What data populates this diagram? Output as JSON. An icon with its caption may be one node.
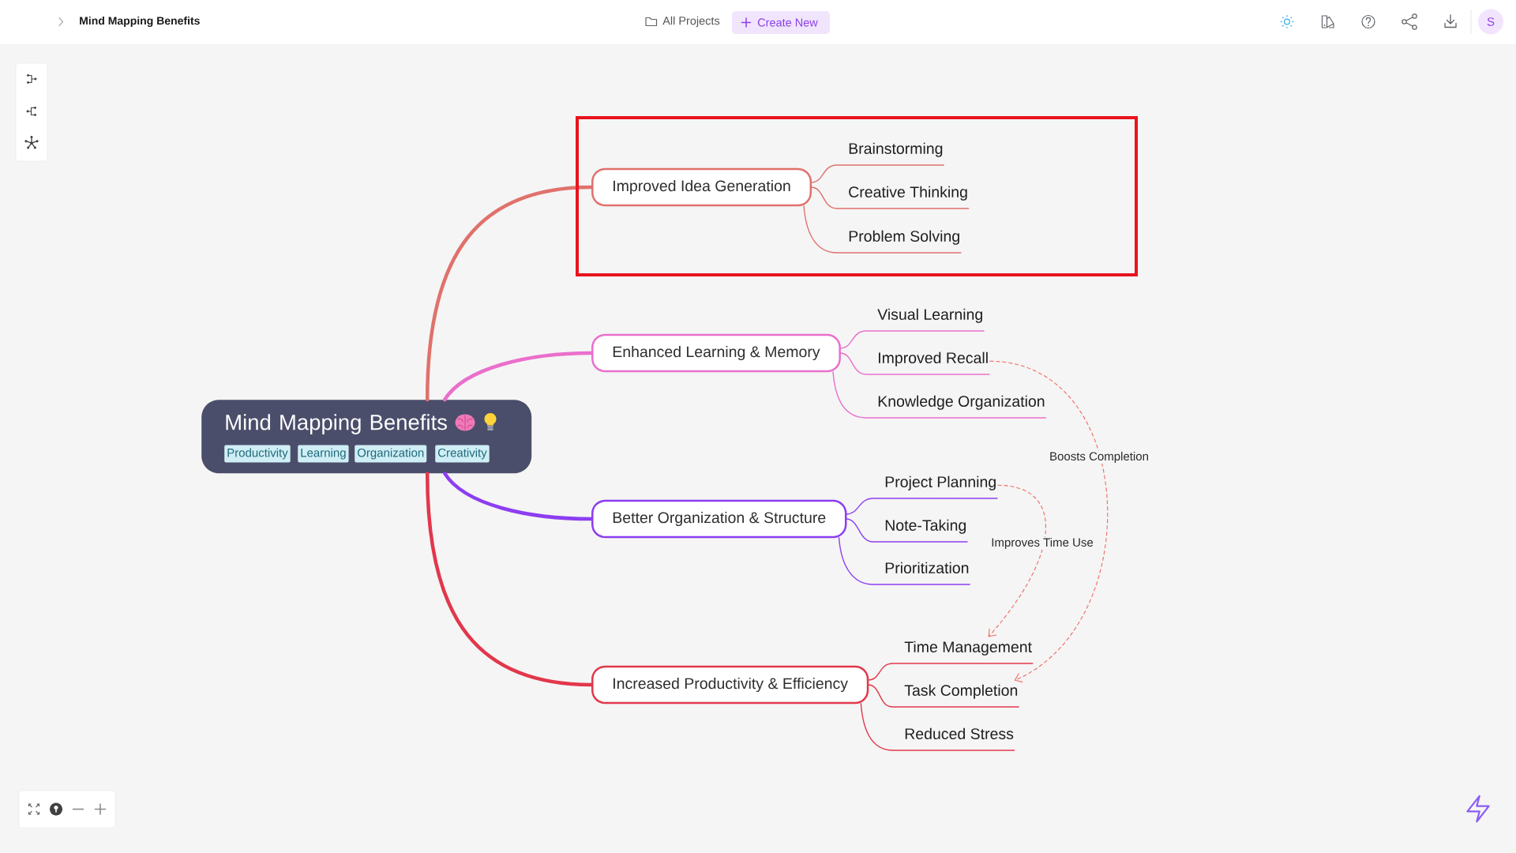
{
  "diagram": {
    "nodes": [
      {
        "text": [
          "Mind Mapping Benefits"
        ]
      },
      {
        "text": [
          "Productivity"
        ],
        "in": 0
      },
      {
        "text": [
          "Learning"
        ],
        "in": 0
      },
      {
        "text": [
          "Organization"
        ],
        "in": 0
      },
      {
        "text": [
          "Creativity"
        ],
        "in": 0
      },
      {
        "text": [
          "Improved Idea Generation"
        ]
      },
      {
        "text": [
          "Brainstorming"
        ]
      },
      {
        "text": [
          "Creative Thinking"
        ]
      },
      {
        "text": [
          "Problem Solving"
        ]
      },
      {
        "text": [
          "Enhanced Learning & Memory"
        ]
      },
      {
        "text": [
          "Visual Learning"
        ]
      },
      {
        "text": [
          "Improved Recall"
        ]
      },
      {
        "text": [
          "Knowledge Organization"
        ]
      },
      {
        "text": [
          "Better Organization & Structure"
        ]
      },
      {
        "text": [
          "Project Planning"
        ]
      },
      {
        "text": [
          "Note-Taking"
        ]
      },
      {
        "text": [
          "Prioritization"
        ]
      },
      {
        "text": [
          "Increased Productivity & Efficiency"
        ]
      },
      {
        "text": [
          "Time Management"
        ]
      },
      {
        "text": [
          "Task Completion"
        ]
      },
      {
        "text": [
          "Reduced Stress"
        ]
      }
    ],
    "edges": [
      {
        "from": 0,
        "to": 5,
        "arrow": "none",
        "style": "thick",
        "color": "#e0716c"
      },
      {
        "from": 0,
        "to": 9,
        "arrow": "none",
        "style": "thick",
        "color": "#ea6fcc"
      },
      {
        "from": 0,
        "to": 13,
        "arrow": "none",
        "style": "thick",
        "color": "#8c3ef0"
      },
      {
        "from": 0,
        "to": 17,
        "arrow": "none",
        "style": "thick",
        "color": "#e2374b"
      },
      {
        "from": 5,
        "to": 6,
        "arrow": "none",
        "color": "#e0716c"
      },
      {
        "from": 5,
        "to": 7,
        "arrow": "none",
        "color": "#e0716c"
      },
      {
        "from": 5,
        "to": 8,
        "arrow": "none",
        "color": "#e0716c"
      },
      {
        "from": 9,
        "to": 10,
        "arrow": "none",
        "color": "#ea6fcc"
      },
      {
        "from": 9,
        "to": 11,
        "arrow": "none",
        "color": "#ea6fcc"
      },
      {
        "from": 9,
        "to": 12,
        "arrow": "none",
        "color": "#ea6fcc"
      },
      {
        "from": 13,
        "to": 14,
        "arrow": "none",
        "color": "#8c3ef0"
      },
      {
        "from": 13,
        "to": 15,
        "arrow": "none",
        "color": "#8c3ef0"
      },
      {
        "from": 13,
        "to": 16,
        "arrow": "none",
        "color": "#8c3ef0"
      },
      {
        "from": 17,
        "to": 18,
        "arrow": "none",
        "color": "#e2374b"
      },
      {
        "from": 17,
        "to": 19,
        "arrow": "none",
        "color": "#e2374b"
      },
      {
        "from": 17,
        "to": 20,
        "arrow": "none",
        "color": "#e2374b"
      },
      {
        "from": 11,
        "to": 19,
        "arrow": "to",
        "label": "Boosts Completion",
        "style": "dashed",
        "color": "#ef6a63"
      },
      {
        "from": 14,
        "to": 18,
        "arrow": "to",
        "label": "Improves Time Use",
        "style": "dashed",
        "color": "#ef6a63"
      }
    ],
    "labels": [
      "Mind Mapping Benefits",
      "All Projects",
      "Create New",
      "S"
    ]
  }
}
